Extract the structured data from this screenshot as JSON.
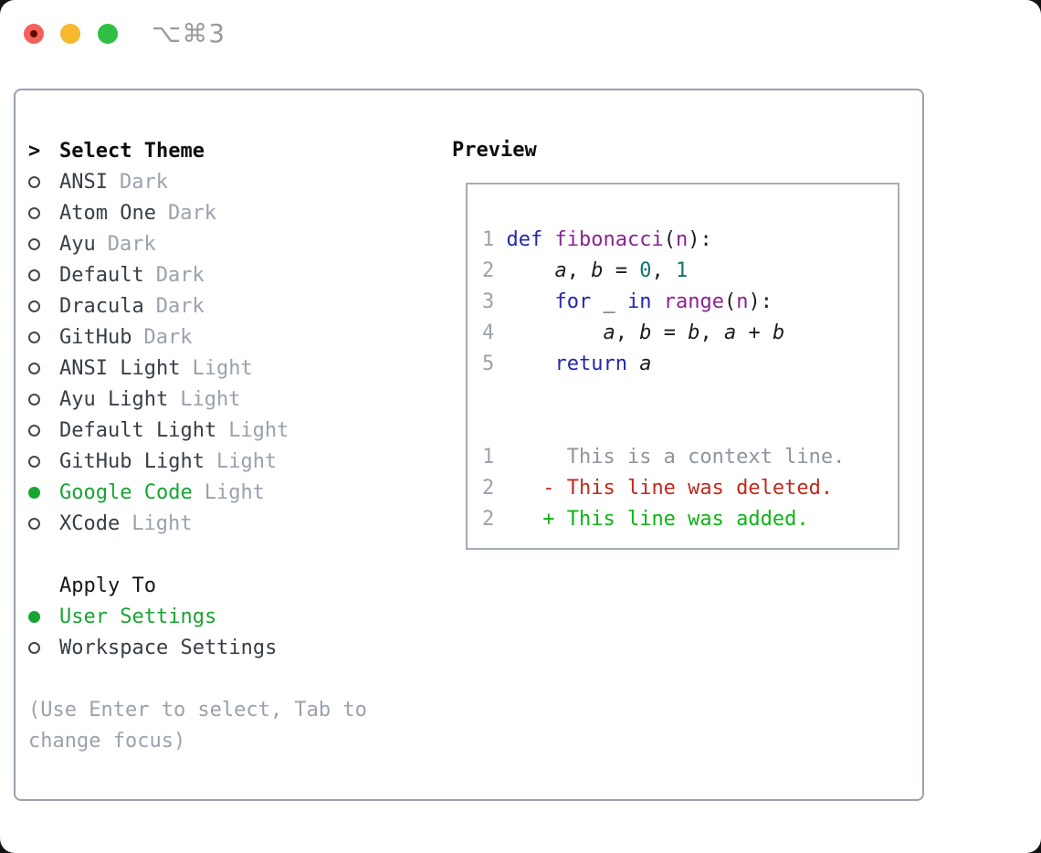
{
  "titlebar": {
    "shortcut": "⌥⌘3",
    "buttons": [
      "close",
      "minimize",
      "zoom"
    ]
  },
  "colors": {
    "panel_border": "#99a1ad",
    "selected_green": "#18a433",
    "muted_gray": "#9aa2ad",
    "keyword_blue": "#2128ad",
    "function_purple": "#8b2390",
    "literal_teal": "#0f7270",
    "diff_deleted_red": "#c2281c",
    "diff_added_green": "#0db414",
    "traffic_red": "#f4605a",
    "traffic_yellow": "#f7b92e",
    "traffic_green": "#2fbf44"
  },
  "sidebar": {
    "header": "Select Theme",
    "header_marker": ">",
    "themes": [
      {
        "name": "ANSI",
        "variant": "Dark",
        "selected": false
      },
      {
        "name": "Atom One",
        "variant": "Dark",
        "selected": false
      },
      {
        "name": "Ayu",
        "variant": "Dark",
        "selected": false
      },
      {
        "name": "Default",
        "variant": "Dark",
        "selected": false
      },
      {
        "name": "Dracula",
        "variant": "Dark",
        "selected": false
      },
      {
        "name": "GitHub",
        "variant": "Dark",
        "selected": false
      },
      {
        "name": "ANSI Light",
        "variant": "Light",
        "selected": false
      },
      {
        "name": "Ayu Light",
        "variant": "Light",
        "selected": false
      },
      {
        "name": "Default Light",
        "variant": "Light",
        "selected": false
      },
      {
        "name": "GitHub Light",
        "variant": "Light",
        "selected": false
      },
      {
        "name": "Google Code",
        "variant": "Light",
        "selected": true
      },
      {
        "name": "XCode",
        "variant": "Light",
        "selected": false
      }
    ],
    "apply_to": {
      "header": "Apply To",
      "options": [
        {
          "name": "User Settings",
          "selected": true
        },
        {
          "name": "Workspace Settings",
          "selected": false
        }
      ]
    },
    "hint_lines": [
      "(Use Enter to select, Tab to",
      "change focus)"
    ]
  },
  "preview": {
    "header": "Preview",
    "lines": [
      {
        "segments": [
          {
            "t": "1 ",
            "c": "lineno"
          },
          {
            "t": "def",
            "c": "kw"
          },
          {
            "t": " ",
            "c": "plain"
          },
          {
            "t": "fibonacci",
            "c": "fn"
          },
          {
            "t": "(",
            "c": "plain"
          },
          {
            "t": "n",
            "c": "fn"
          },
          {
            "t": "):",
            "c": "plain"
          }
        ]
      },
      {
        "segments": [
          {
            "t": "2 ",
            "c": "lineno"
          },
          {
            "t": "    ",
            "c": "plain"
          },
          {
            "t": "a",
            "c": "var"
          },
          {
            "t": ", ",
            "c": "plain"
          },
          {
            "t": "b",
            "c": "var"
          },
          {
            "t": " = ",
            "c": "plain"
          },
          {
            "t": "0",
            "c": "num"
          },
          {
            "t": ", ",
            "c": "plain"
          },
          {
            "t": "1",
            "c": "num"
          }
        ]
      },
      {
        "segments": [
          {
            "t": "3 ",
            "c": "lineno"
          },
          {
            "t": "    ",
            "c": "plain"
          },
          {
            "t": "for",
            "c": "kw"
          },
          {
            "t": " _ ",
            "c": "plain"
          },
          {
            "t": "in",
            "c": "kw"
          },
          {
            "t": " ",
            "c": "plain"
          },
          {
            "t": "range",
            "c": "fn"
          },
          {
            "t": "(",
            "c": "plain"
          },
          {
            "t": "n",
            "c": "fn"
          },
          {
            "t": "):",
            "c": "plain"
          }
        ]
      },
      {
        "segments": [
          {
            "t": "4 ",
            "c": "lineno"
          },
          {
            "t": "        ",
            "c": "plain"
          },
          {
            "t": "a",
            "c": "var"
          },
          {
            "t": ", ",
            "c": "plain"
          },
          {
            "t": "b",
            "c": "var"
          },
          {
            "t": " = ",
            "c": "plain"
          },
          {
            "t": "b",
            "c": "var"
          },
          {
            "t": ", ",
            "c": "plain"
          },
          {
            "t": "a",
            "c": "var"
          },
          {
            "t": " + ",
            "c": "plain"
          },
          {
            "t": "b",
            "c": "var"
          }
        ]
      },
      {
        "segments": [
          {
            "t": "5 ",
            "c": "lineno"
          },
          {
            "t": "    ",
            "c": "plain"
          },
          {
            "t": "return",
            "c": "kw"
          },
          {
            "t": " ",
            "c": "plain"
          },
          {
            "t": "a",
            "c": "var"
          }
        ]
      },
      {
        "segments": []
      },
      {
        "segments": []
      },
      {
        "segments": [
          {
            "t": "1",
            "c": "lineno"
          },
          {
            "t": "      This is a context line.",
            "c": "ctx"
          }
        ]
      },
      {
        "segments": [
          {
            "t": "2",
            "c": "lineno"
          },
          {
            "t": "    ",
            "c": "plain"
          },
          {
            "t": "- This line was deleted.",
            "c": "del"
          }
        ]
      },
      {
        "segments": [
          {
            "t": "2",
            "c": "lineno"
          },
          {
            "t": "    ",
            "c": "plain"
          },
          {
            "t": "+ This line was added.",
            "c": "add"
          }
        ]
      }
    ]
  }
}
